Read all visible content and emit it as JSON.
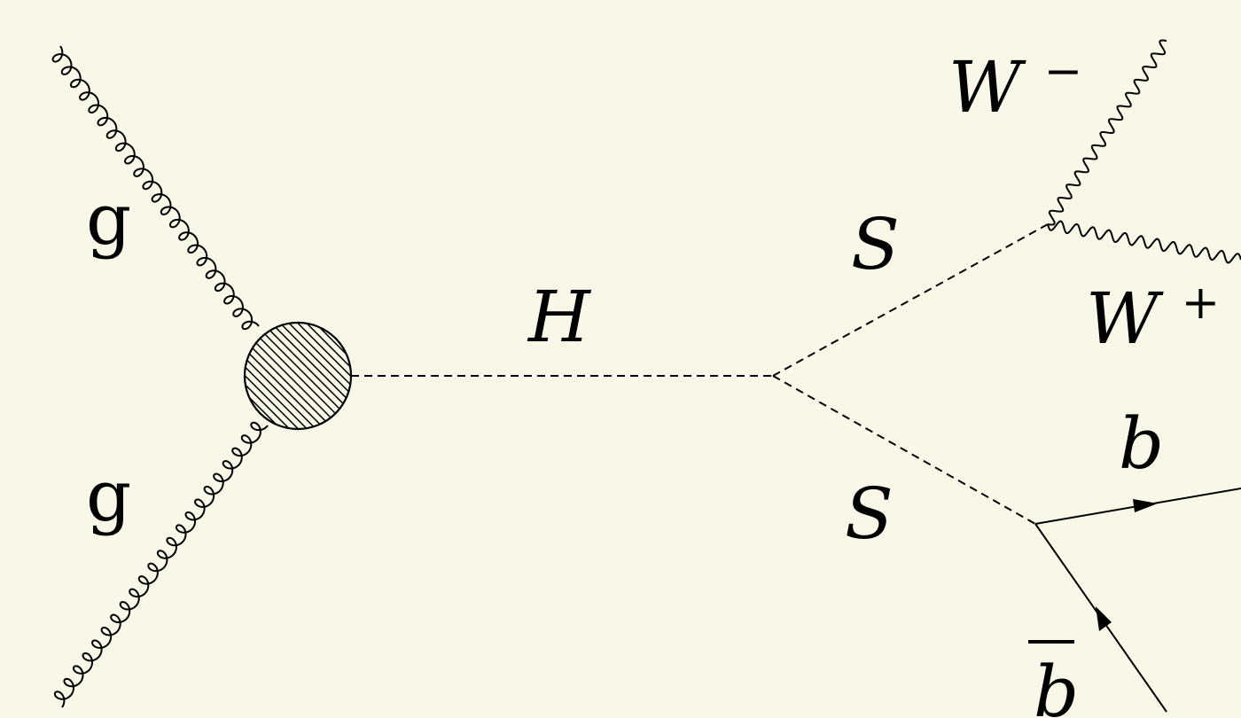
{
  "diagram": {
    "background": "#f9f8e8",
    "line_color": "#000000",
    "labels": {
      "gluon_top": "g",
      "gluon_bottom": "g",
      "higgs": "H",
      "scalar_top": "S",
      "scalar_bottom": "S",
      "w_minus_base": "W",
      "w_minus_sup": "−",
      "w_plus_base": "W",
      "w_plus_sup": "+",
      "b_quark": "b",
      "b_bar_quark": "b"
    },
    "particles": [
      {
        "name": "gluon",
        "style": "curly"
      },
      {
        "name": "higgs",
        "style": "dashed"
      },
      {
        "name": "scalar",
        "style": "dashed"
      },
      {
        "name": "W boson",
        "style": "wavy"
      },
      {
        "name": "b quark",
        "style": "solid-arrow"
      }
    ]
  }
}
